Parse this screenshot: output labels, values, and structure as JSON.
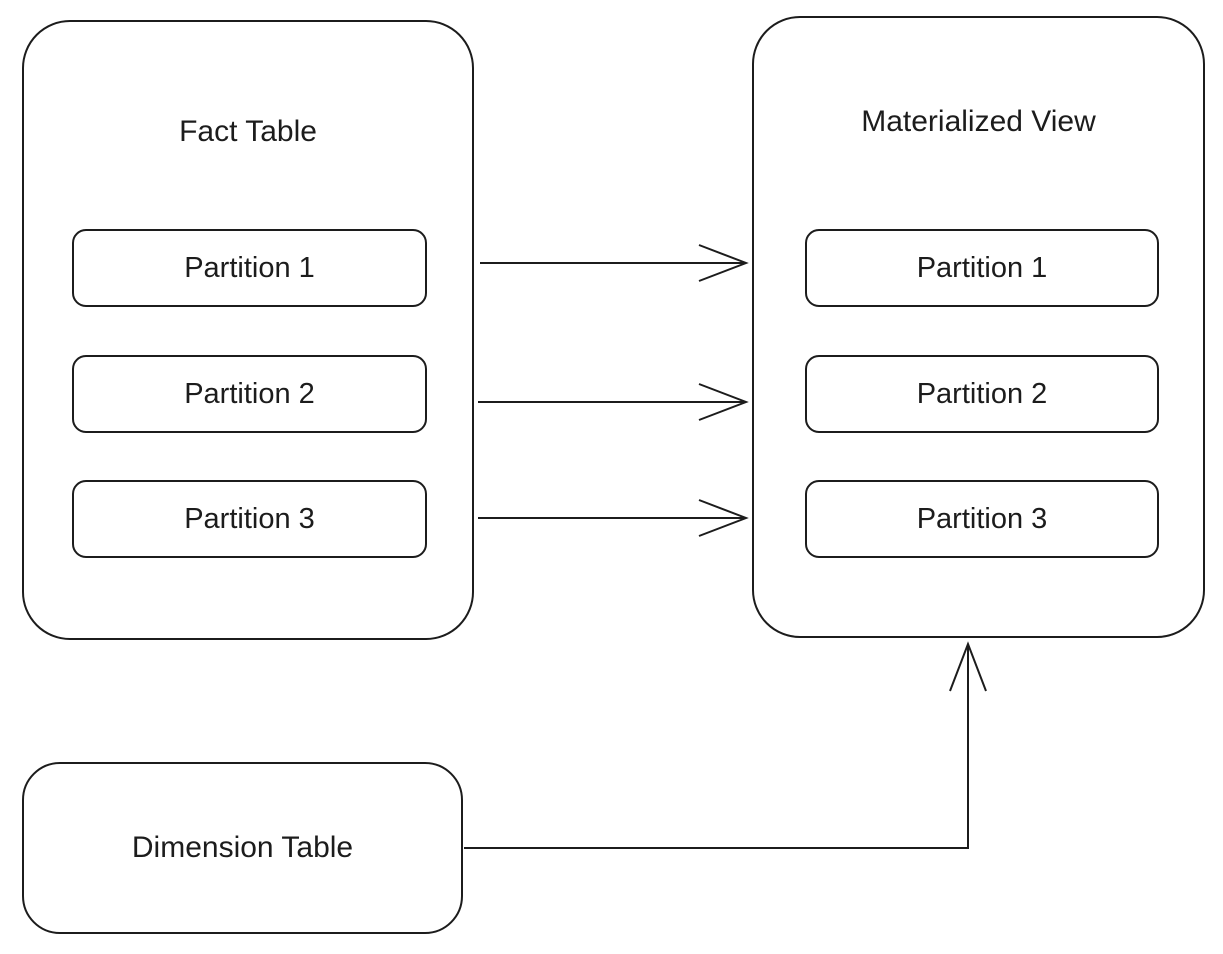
{
  "colors": {
    "line": "#1c1c1c",
    "text": "#1c1c1c",
    "background": "#ffffff"
  },
  "fact_table": {
    "title": "Fact Table",
    "partitions": [
      "Partition 1",
      "Partition 2",
      "Partition 3"
    ]
  },
  "materialized_view": {
    "title": "Materialized View",
    "partitions": [
      "Partition 1",
      "Partition 2",
      "Partition 3"
    ]
  },
  "dimension_table": {
    "title": "Dimension Table"
  },
  "edges": [
    {
      "from": "Fact Table / Partition 1",
      "to": "Materialized View / Partition 1",
      "style": "open-arrow"
    },
    {
      "from": "Fact Table / Partition 2",
      "to": "Materialized View / Partition 2",
      "style": "open-arrow"
    },
    {
      "from": "Fact Table / Partition 3",
      "to": "Materialized View / Partition 3",
      "style": "open-arrow"
    },
    {
      "from": "Dimension Table",
      "to": "Materialized View",
      "style": "open-arrow-elbow"
    }
  ]
}
